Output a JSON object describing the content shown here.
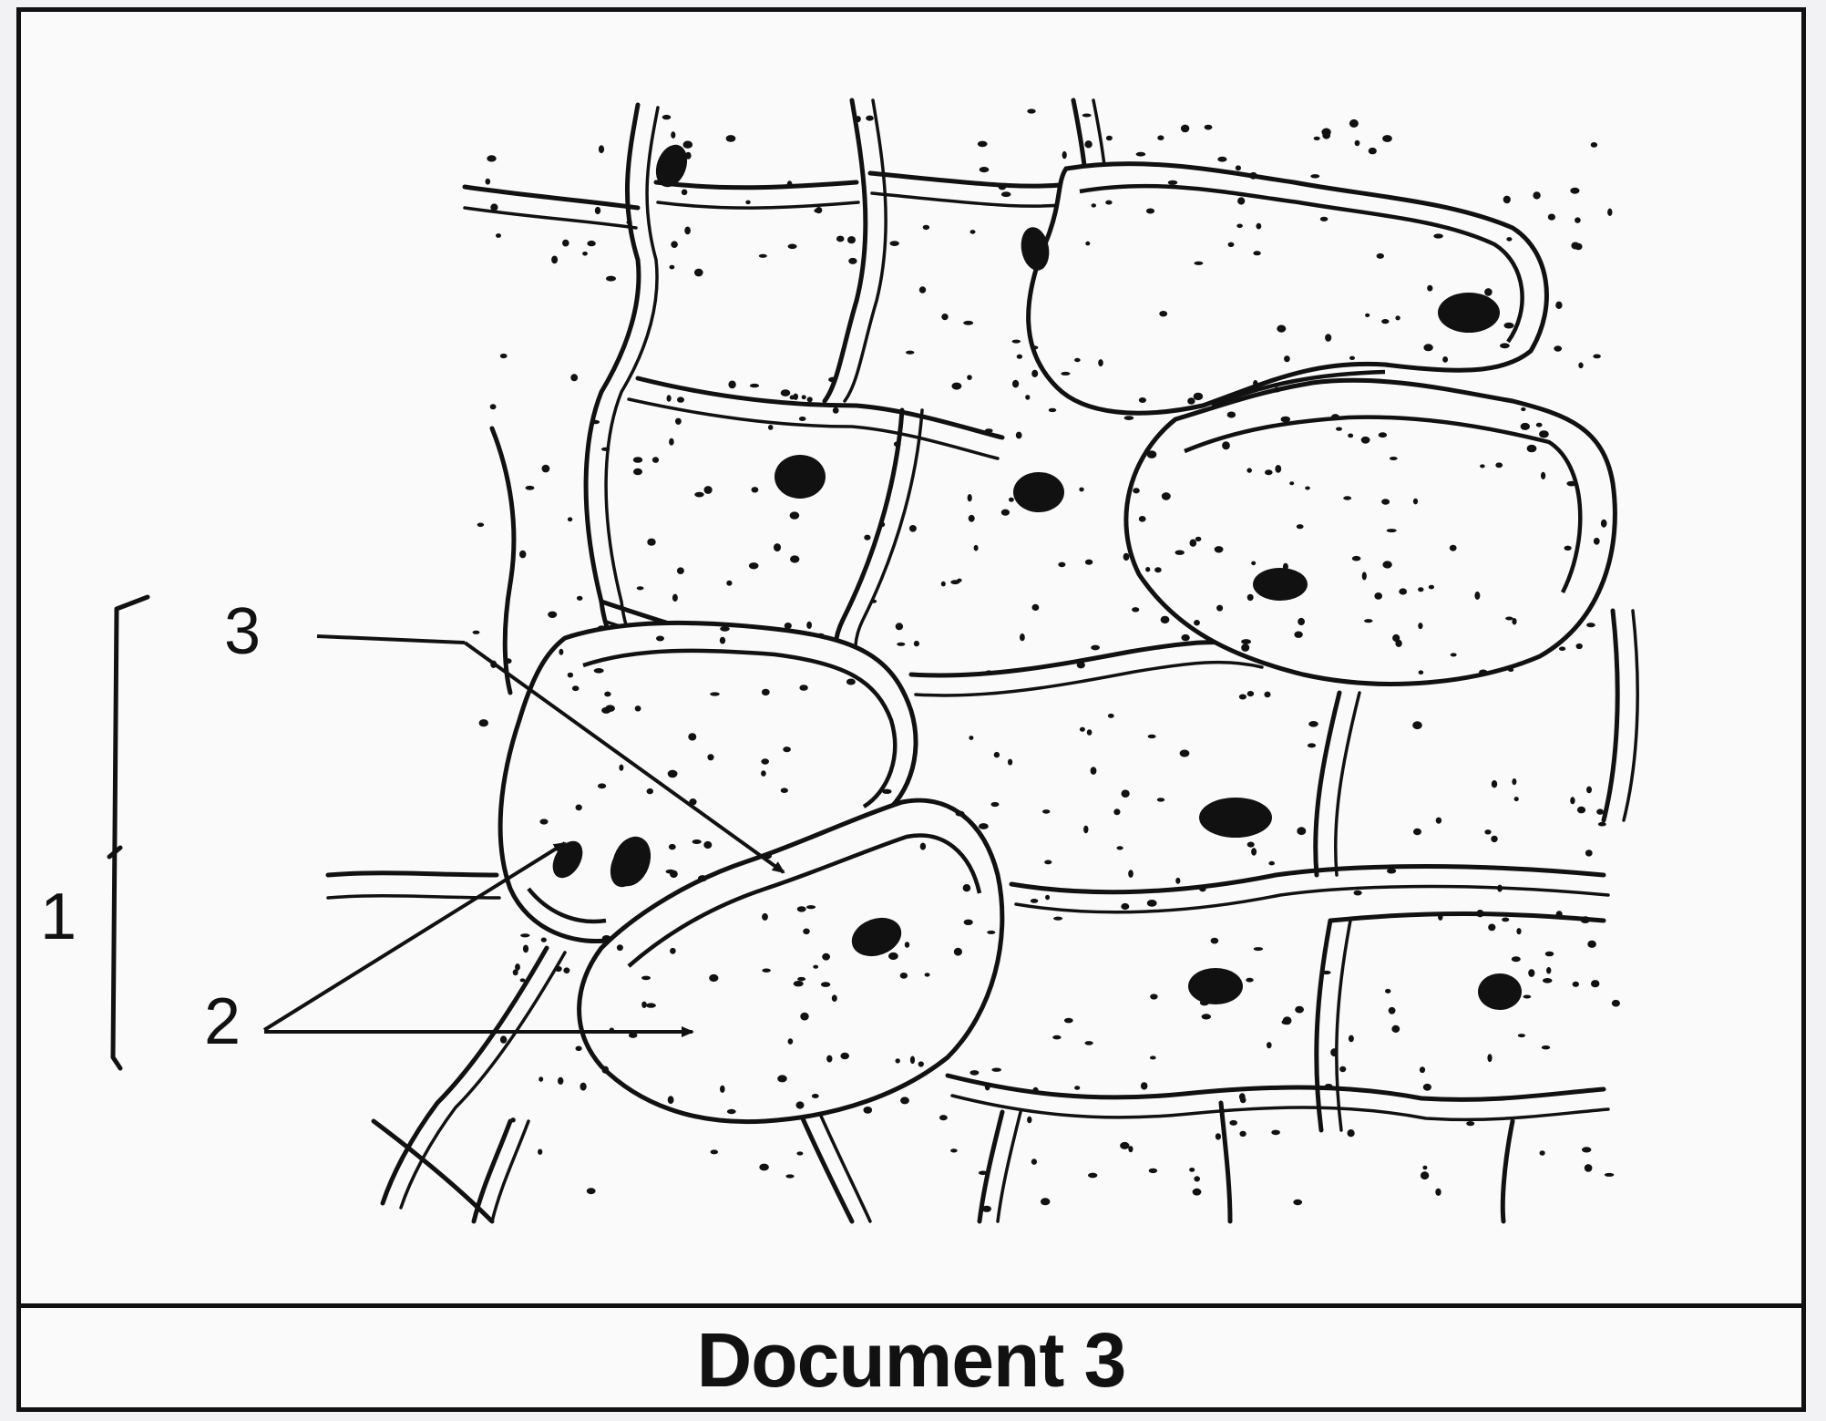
{
  "figure": {
    "caption": "Document 3",
    "labels": {
      "label_1": "1",
      "label_2": "2",
      "label_3": "3"
    }
  },
  "colors": {
    "ink": "#111111",
    "paper": "#fafafa",
    "background": "#f2f2f4"
  }
}
